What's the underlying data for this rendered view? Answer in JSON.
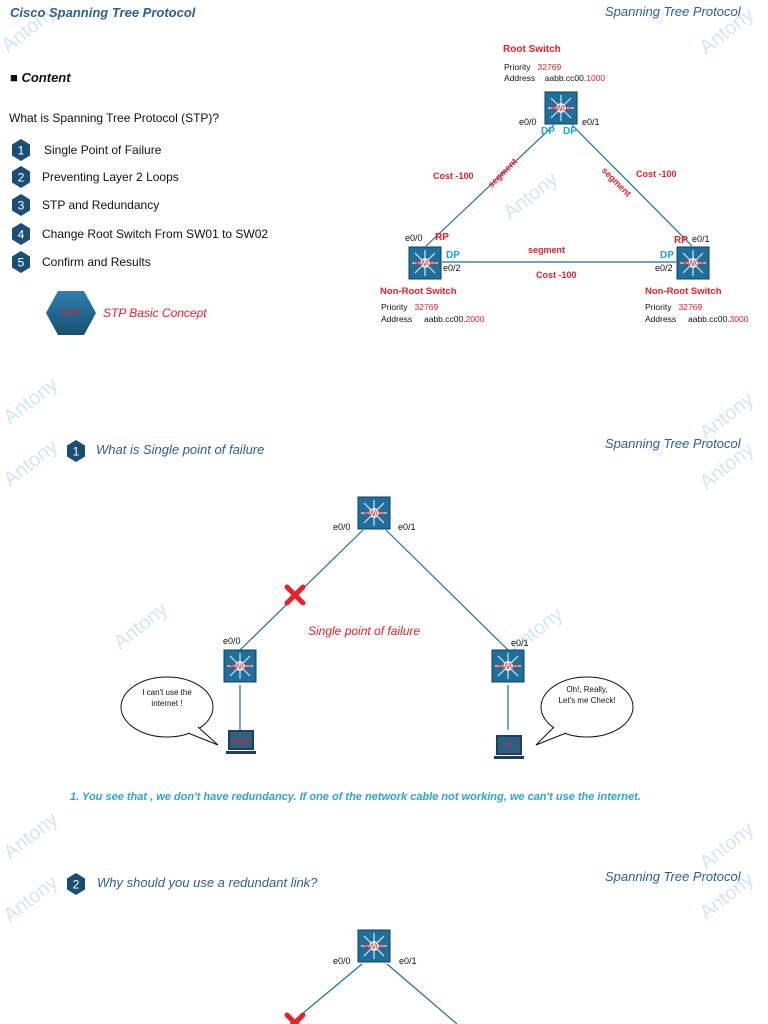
{
  "header": {
    "title": "Cisco Spanning Tree Protocol",
    "right_title": "Spanning Tree Protocol"
  },
  "content": {
    "heading": "■ Content",
    "question": "What is Spanning Tree Protocol (STP)?",
    "items": [
      {
        "num": "1",
        "label": "Single Point of Failure"
      },
      {
        "num": "2",
        "label": "Preventing Layer 2 Loops"
      },
      {
        "num": "3",
        "label": "STP and Redundancy"
      },
      {
        "num": "4",
        "label": "Change Root Switch From SW01 to SW02"
      },
      {
        "num": "5",
        "label": "Confirm and  Results"
      }
    ],
    "concept_badge": "STP",
    "concept_label": "STP Basic Concept"
  },
  "topology1": {
    "root_title": "Root Switch",
    "priority_label": "Priority",
    "address_label": "Address",
    "root_priority": "32769",
    "root_address_prefix": "aabb.cc00.",
    "root_address_suffix": "1000",
    "sw1": "SW01",
    "sw2": "SW02",
    "sw3": "SW03",
    "left_title": "Non-Root Switch",
    "left_priority": "32769",
    "left_address_prefix": "aabb.cc00.",
    "left_address_suffix": "2000",
    "right_title": "Non-Root Switch",
    "right_priority": "32769",
    "right_address_prefix": "aabb.cc00.",
    "right_address_suffix": "3000",
    "e00": "e0/0",
    "e01": "e0/1",
    "e02": "e0/2",
    "dp": "DP",
    "rp": "RP",
    "cost": "Cost -100",
    "segment": "segment"
  },
  "section1": {
    "num": "1",
    "title": "What is Single point of failure",
    "right_title": "Spanning Tree Protocol",
    "failure_label": "Single point of failure",
    "bubble_left": "I can't use the internet !",
    "bubble_right": "Oh!, Really, Let's me Check!",
    "sw1": "SW01",
    "sw2": "SW02",
    "sw3": "SW03",
    "pc_left": "Sales",
    "pc_right": "IT",
    "e00": "e0/0",
    "e01": "e0/1",
    "note": "1. You see that , we don't have redundancy. If one of the network cable not working, we can't use the internet."
  },
  "section2": {
    "num": "2",
    "title": "Why should you use a redundant link?",
    "right_title": "Spanning Tree Protocol",
    "sw1": "SW01",
    "e00": "e0/0",
    "e01": "e0/1"
  },
  "watermark": "Antony",
  "colors": {
    "accent": "#2e5f8f",
    "red": "#e8202a",
    "dp_blue": "#1da1e0",
    "switch_blue": "#1f6f9a",
    "note_blue": "#2ea3d9",
    "icon_navy": "#1b4e74"
  }
}
